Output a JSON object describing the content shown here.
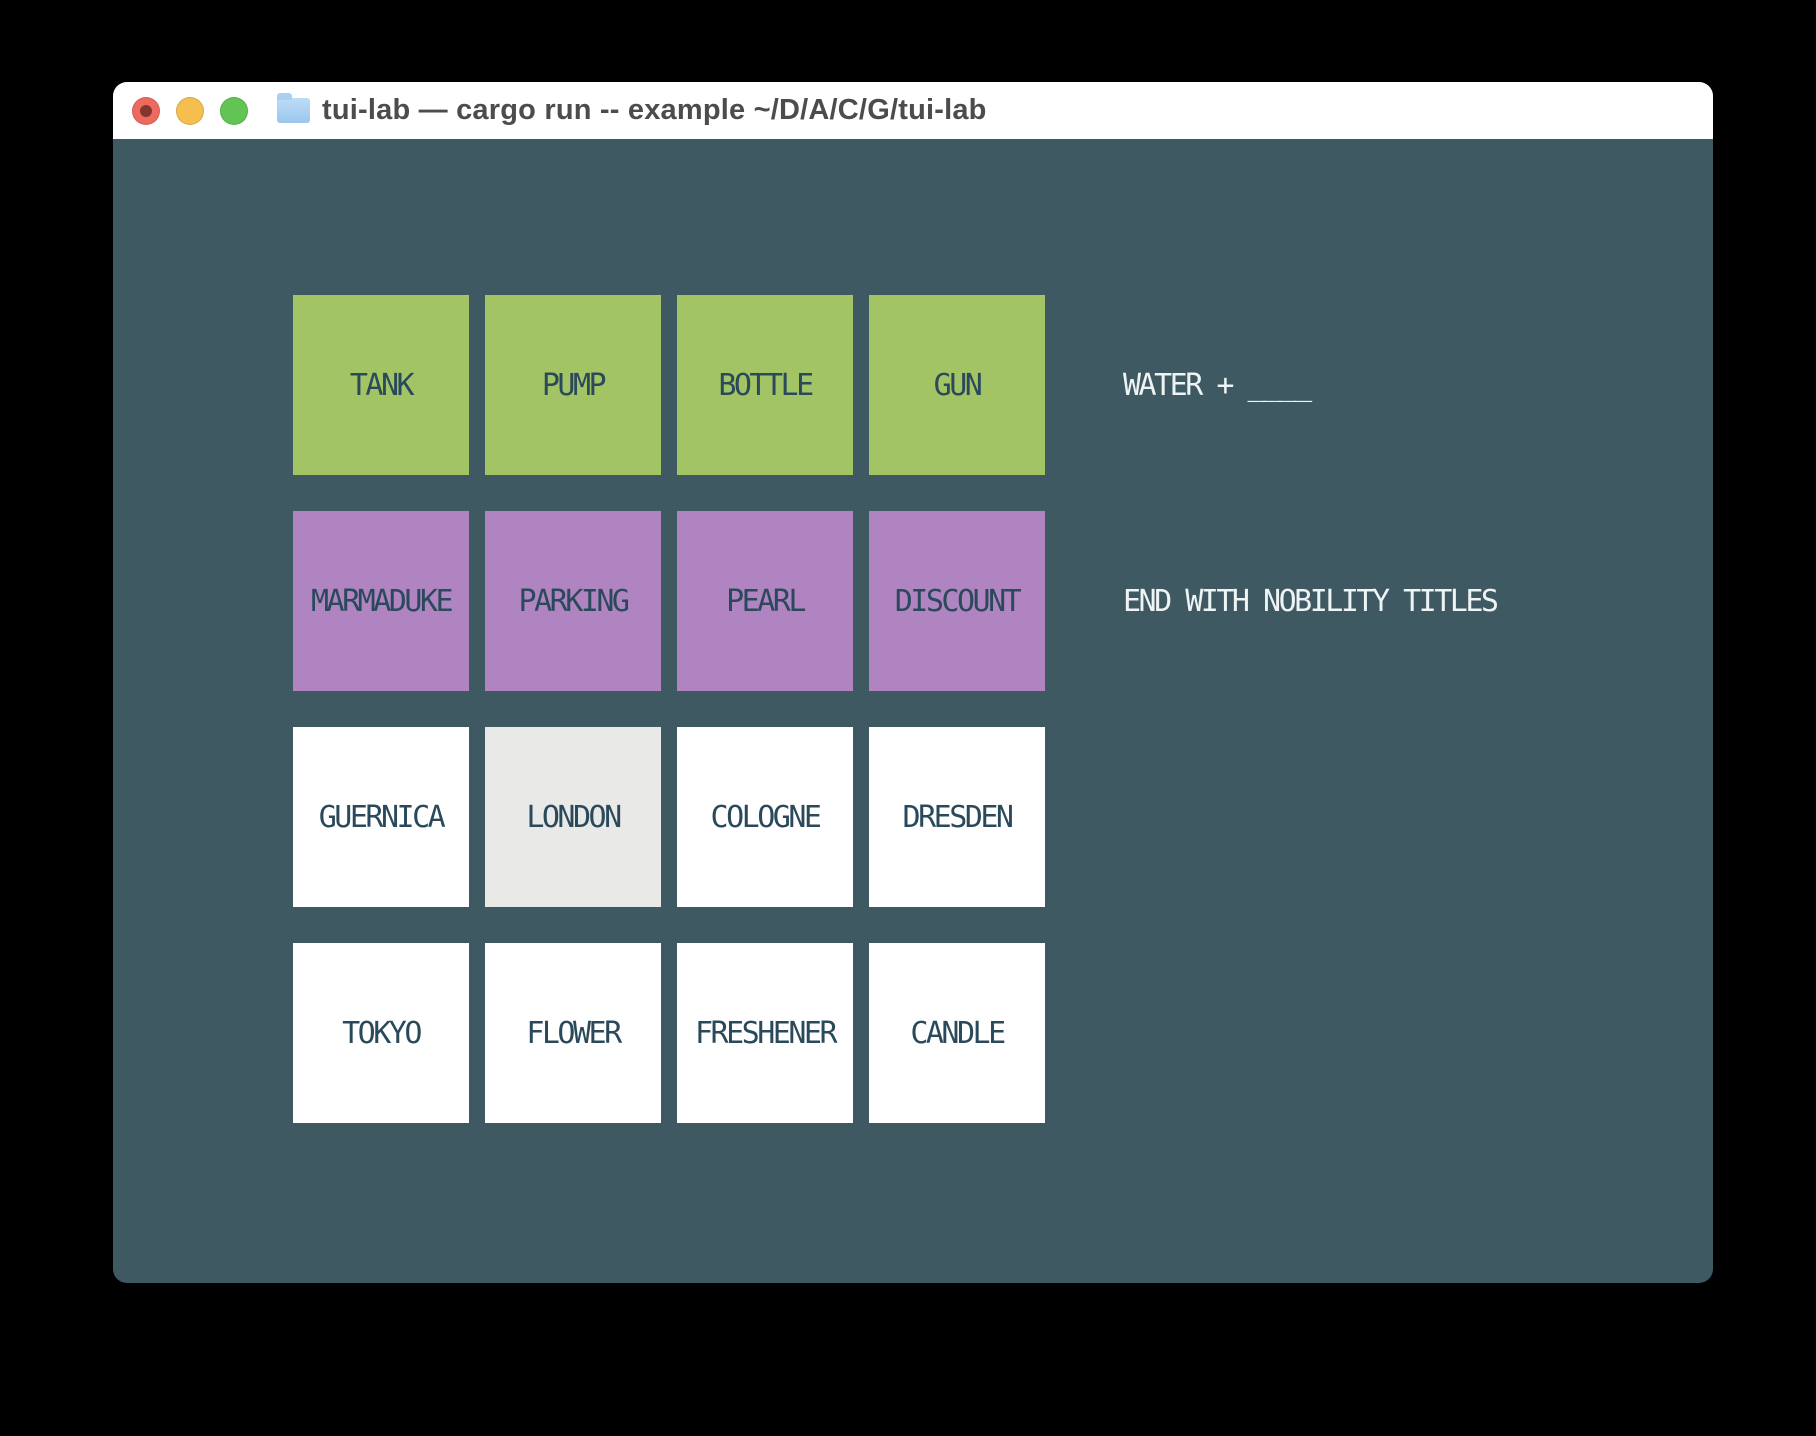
{
  "window": {
    "title": "tui-lab — cargo run -- example ~/D/A/C/G/tui-lab",
    "controls": [
      {
        "name": "close",
        "color": "#ed6a5e",
        "has_dot": true
      },
      {
        "name": "minimize",
        "color": "#f4bf4f"
      },
      {
        "name": "zoom",
        "color": "#61c455"
      }
    ],
    "titlebar_bg": "#ffffff",
    "content_bg": "#3f5963"
  },
  "colors": {
    "solved_green": "#a3c464",
    "solved_purple": "#b084c0",
    "tile_white": "#ffffff",
    "tile_highlighted": "#e9e9e7",
    "tile_text": "#2a4a5c",
    "hint_text": "#eef3f4"
  },
  "grid": {
    "rows": [
      {
        "state": "solved",
        "color": "#a3c464",
        "hint": "WATER + ____",
        "tiles": [
          {
            "label": "TANK"
          },
          {
            "label": "PUMP"
          },
          {
            "label": "BOTTLE"
          },
          {
            "label": "GUN"
          }
        ]
      },
      {
        "state": "solved",
        "color": "#b084c0",
        "hint": "END WITH NOBILITY TITLES",
        "tiles": [
          {
            "label": "MARMADUKE"
          },
          {
            "label": "PARKING"
          },
          {
            "label": "PEARL"
          },
          {
            "label": "DISCOUNT"
          }
        ]
      },
      {
        "state": "unsolved",
        "tiles": [
          {
            "label": "GUERNICA",
            "color": "#ffffff"
          },
          {
            "label": "LONDON",
            "color": "#e9e9e7",
            "state": "highlighted"
          },
          {
            "label": "COLOGNE",
            "color": "#ffffff"
          },
          {
            "label": "DRESDEN",
            "color": "#ffffff"
          }
        ]
      },
      {
        "state": "unsolved",
        "tiles": [
          {
            "label": "TOKYO",
            "color": "#ffffff"
          },
          {
            "label": "FLOWER",
            "color": "#ffffff"
          },
          {
            "label": "FRESHENER",
            "color": "#ffffff"
          },
          {
            "label": "CANDLE",
            "color": "#ffffff"
          }
        ]
      }
    ]
  }
}
